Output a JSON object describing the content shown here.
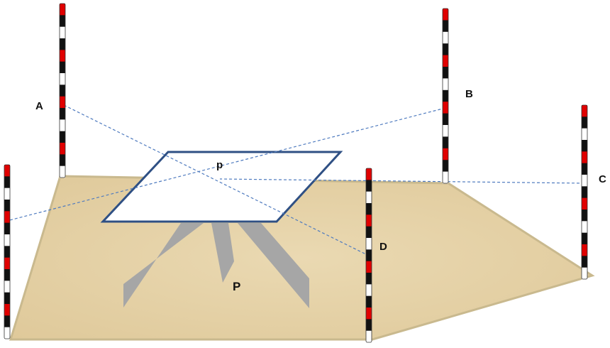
{
  "labels": {
    "A": "A",
    "B": "B",
    "C": "C",
    "D": "D",
    "station_ground": "P",
    "station_board": "p"
  },
  "colors": {
    "ground": "#e6d3a8",
    "ground_edge": "#c9b98e",
    "board_edge": "#2f5084",
    "sight_line": "#4f7bbf",
    "leg": "#a6a6a6",
    "pole_red": "#e00000",
    "pole_black": "#111111",
    "pole_white": "#ffffff"
  }
}
